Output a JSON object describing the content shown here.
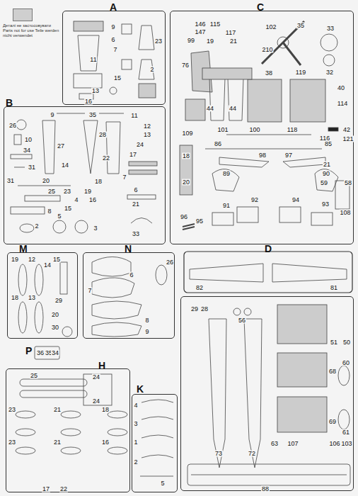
{
  "diagram": {
    "nodes": [
      {
        "text": [
          "A"
        ]
      },
      {
        "text": [
          "B"
        ]
      },
      {
        "text": [
          "C"
        ]
      },
      {
        "text": [
          "M"
        ]
      },
      {
        "text": [
          "N"
        ]
      },
      {
        "text": [
          "D"
        ]
      },
      {
        "text": [
          "P"
        ]
      },
      {
        "text": [
          "H"
        ]
      },
      {
        "text": [
          "K"
        ]
      }
    ],
    "labels": [
      "11",
      "9",
      "6",
      "7",
      "23",
      "2",
      "15",
      "13",
      "16",
      "26",
      "10",
      "34",
      "31",
      "27",
      "9",
      "35",
      "28",
      "22",
      "11",
      "12",
      "13",
      "24",
      "17",
      "14",
      "31",
      "20",
      "25",
      "23",
      "19",
      "18",
      "7",
      "16",
      "4",
      "15",
      "6",
      "21",
      "8",
      "2",
      "5",
      "3",
      "33",
      "146",
      "147",
      "115",
      "117",
      "99",
      "19",
      "21",
      "102",
      "35",
      "33",
      "210",
      "119",
      "32",
      "76",
      "38",
      "44",
      "44",
      "40",
      "114",
      "109",
      "101",
      "100",
      "118",
      "42",
      "116",
      "121",
      "86",
      "85",
      "98",
      "97",
      "18",
      "20",
      "89",
      "90",
      "21",
      "59",
      "58",
      "108",
      "91",
      "92",
      "94",
      "93",
      "96",
      "95",
      "19",
      "12",
      "14",
      "15",
      "18",
      "13",
      "29",
      "20",
      "30",
      "6",
      "26",
      "7",
      "8",
      "9",
      "36",
      "35",
      "34",
      "25",
      "24",
      "24",
      "23",
      "21",
      "18",
      "23",
      "21",
      "16",
      "17",
      "22",
      "4",
      "3",
      "1",
      "2",
      "5",
      "82",
      "81",
      "29",
      "28",
      "56",
      "73",
      "72",
      "51",
      "50",
      "60",
      "68",
      "69",
      "61",
      "63",
      "107",
      "106",
      "103",
      "88"
    ],
    "legend": [
      {
        "text": "Деталі не застосовувати Parts not for use Teile werden nicht verwendet",
        "color": "#cfcfcf"
      }
    ]
  }
}
